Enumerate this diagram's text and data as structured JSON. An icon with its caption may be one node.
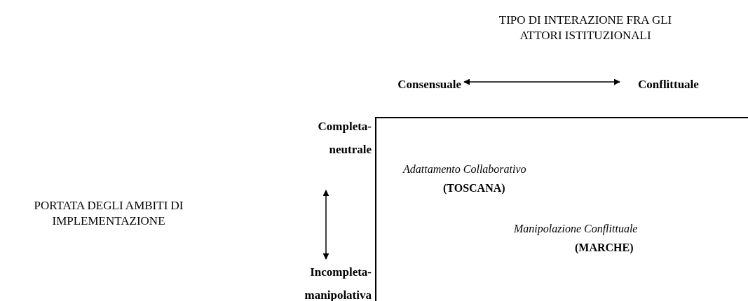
{
  "diagram": {
    "nodes": [
      {
        "text": [
          "Consensuale"
        ]
      },
      {
        "text": [
          "Conflittuale"
        ]
      },
      {
        "text": [
          "Completa- neutrale"
        ]
      },
      {
        "text": [
          "Incompleta- manipolativa"
        ]
      },
      {
        "text": [
          "Adattamento Collaborativo",
          "(TOSCANA)",
          "Manipolazione Conflittuale",
          "(MARCHE)"
        ]
      }
    ],
    "edges": [
      {
        "from": 0,
        "to": 1,
        "arrow": "both"
      },
      {
        "from": 2,
        "to": 3,
        "arrow": "both"
      }
    ],
    "labels": [
      "TIPO DI INTERAZIONE FRA GLI ATTORI ISTITUZIONALI",
      "PORTATA DEGLI AMBITI DI IMPLEMENTAZIONE"
    ]
  }
}
